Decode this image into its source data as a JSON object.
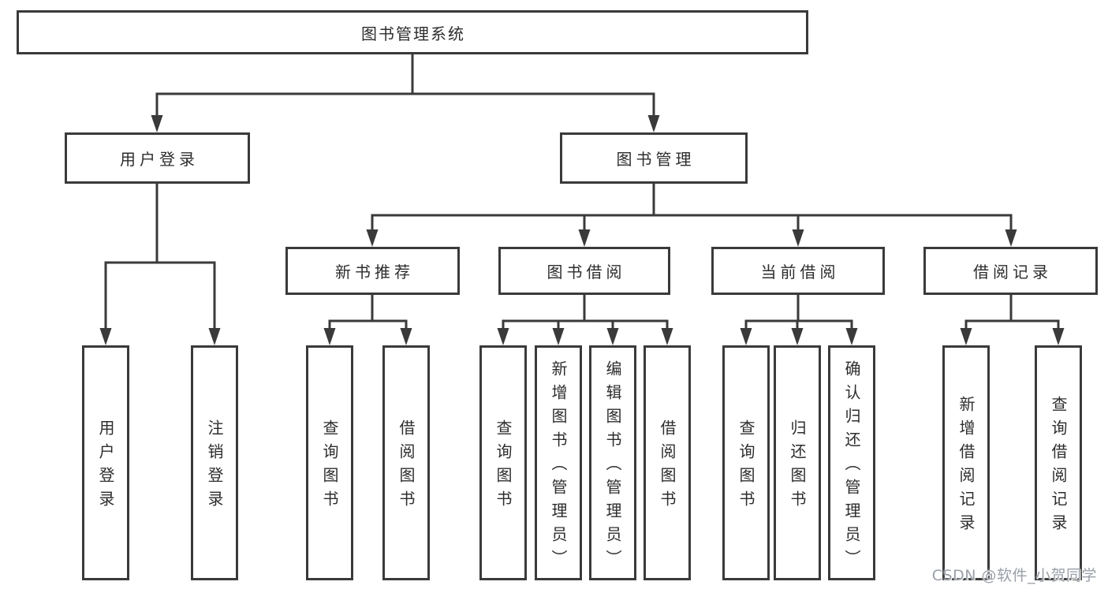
{
  "diagram": {
    "type": "hierarchy-tree",
    "tree": {
      "root": {
        "label": "图书管理系统",
        "children": [
          {
            "label": "用户登录",
            "children": [
              {
                "label": "用户登录"
              },
              {
                "label": "注销登录"
              }
            ]
          },
          {
            "label": "图书管理",
            "children": [
              {
                "label": "新书推荐",
                "children": [
                  {
                    "label": "查询图书"
                  },
                  {
                    "label": "借阅图书"
                  }
                ]
              },
              {
                "label": "图书借阅",
                "children": [
                  {
                    "label": "查询图书"
                  },
                  {
                    "label": "新增图书（管理员）"
                  },
                  {
                    "label": "编辑图书（管理员）"
                  },
                  {
                    "label": "借阅图书"
                  }
                ]
              },
              {
                "label": "当前借阅",
                "children": [
                  {
                    "label": "查询图书"
                  },
                  {
                    "label": "归还图书"
                  },
                  {
                    "label": "确认归还（管理员）"
                  }
                ]
              },
              {
                "label": "借阅记录",
                "children": [
                  {
                    "label": "新增借阅记录"
                  },
                  {
                    "label": "查询借阅记录"
                  }
                ]
              }
            ]
          }
        ]
      }
    },
    "watermark": {
      "text": "CSDN @软件_小贺同学"
    }
  },
  "colors": {
    "line": "#3a3a3a",
    "box_border": "#3a3a3a",
    "box_fill": "#ffffff",
    "text": "#2d2d2d",
    "watermark": "#9aa0a8",
    "background": "#ffffff"
  }
}
